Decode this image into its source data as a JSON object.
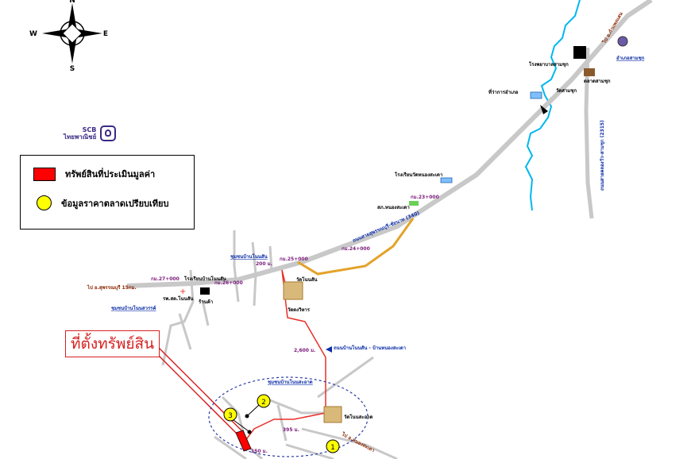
{
  "compass": {
    "north": "N",
    "south": "S",
    "east": "E",
    "west": "W"
  },
  "bank": {
    "name_en": "SCB",
    "name_th": "ไทยพาณิชย์",
    "logo_icon": "scb-logo-icon"
  },
  "legend": {
    "items": [
      {
        "label": "ทรัพย์สินที่ประเมินมูลค่า",
        "symbol": "red-rectangle",
        "color": "#ff0000"
      },
      {
        "label": "ข้อมูลราคาตลาดเปรียบเทียบ",
        "symbol": "yellow-circle",
        "color": "#ffff00"
      }
    ]
  },
  "property_label": "ที่ตั้งทรัพย์สิน",
  "comparables": [
    "1",
    "2",
    "3"
  ],
  "colors": {
    "main_road": "#c8c8c8",
    "access_route": "#e8302a",
    "highway": "#e3a32a",
    "river": "#00b7f0",
    "road_text": "#0d2ea8",
    "km_text": "#7a1a7a",
    "direction_text": "#8b2500"
  },
  "labels": {
    "kamphaeng": "ไป อ.กำแพงแสน",
    "amphoe_office": "อำเภอสามชุก",
    "district_office": "ที่ว่าการอำเภอ",
    "school": "โรงพยาบาลสามชุก",
    "market": "ตลาดสามชุก",
    "wat_top": "วัดสามชุก",
    "road_2315": "ถนนสายคลองวัว-สามชุก (2315)",
    "to_suphan": "ไป อ.สุพรรณบุรี 15กม.",
    "km_23": "กม.23+000",
    "km_24": "กม.24+000",
    "km_25": "กม.25+000",
    "km_26": "กม.26+000",
    "km_27": "กม.27+000",
    "highway_name": "ถนนสายสุพรรณบุรี-ชัยนาท (340)",
    "school_mid": "โรงเรียนวัดหนองสะเดา",
    "police": "สภ.หนองสะเดา",
    "community_main": "ชุมชนบ้านโนนสัน",
    "dist_200": "200 ม.",
    "temple_office": "วัดโนนสัน",
    "school_local": "โรงเรียนบ้านโนนสัน",
    "village_temple": "วัดดงวิหาร",
    "hospital": "รพ.สต.โนนสัน",
    "shop": "ร้านค้า",
    "community_west": "ชุมชนบ้านโนนสวรรค์",
    "road_name": "ถนนบ้านโนนสัน - บ้านหนองสะเดา",
    "dist_2600": "2,600 ม.",
    "community_south": "ชุมชนบ้านโนนสะอาด",
    "temple_south": "วัดโนนสะอาด",
    "dist_395": "395 ม.",
    "dist_150": "150 ม.",
    "to_nongsadao": "ไป อ.หนองสะเดา"
  }
}
